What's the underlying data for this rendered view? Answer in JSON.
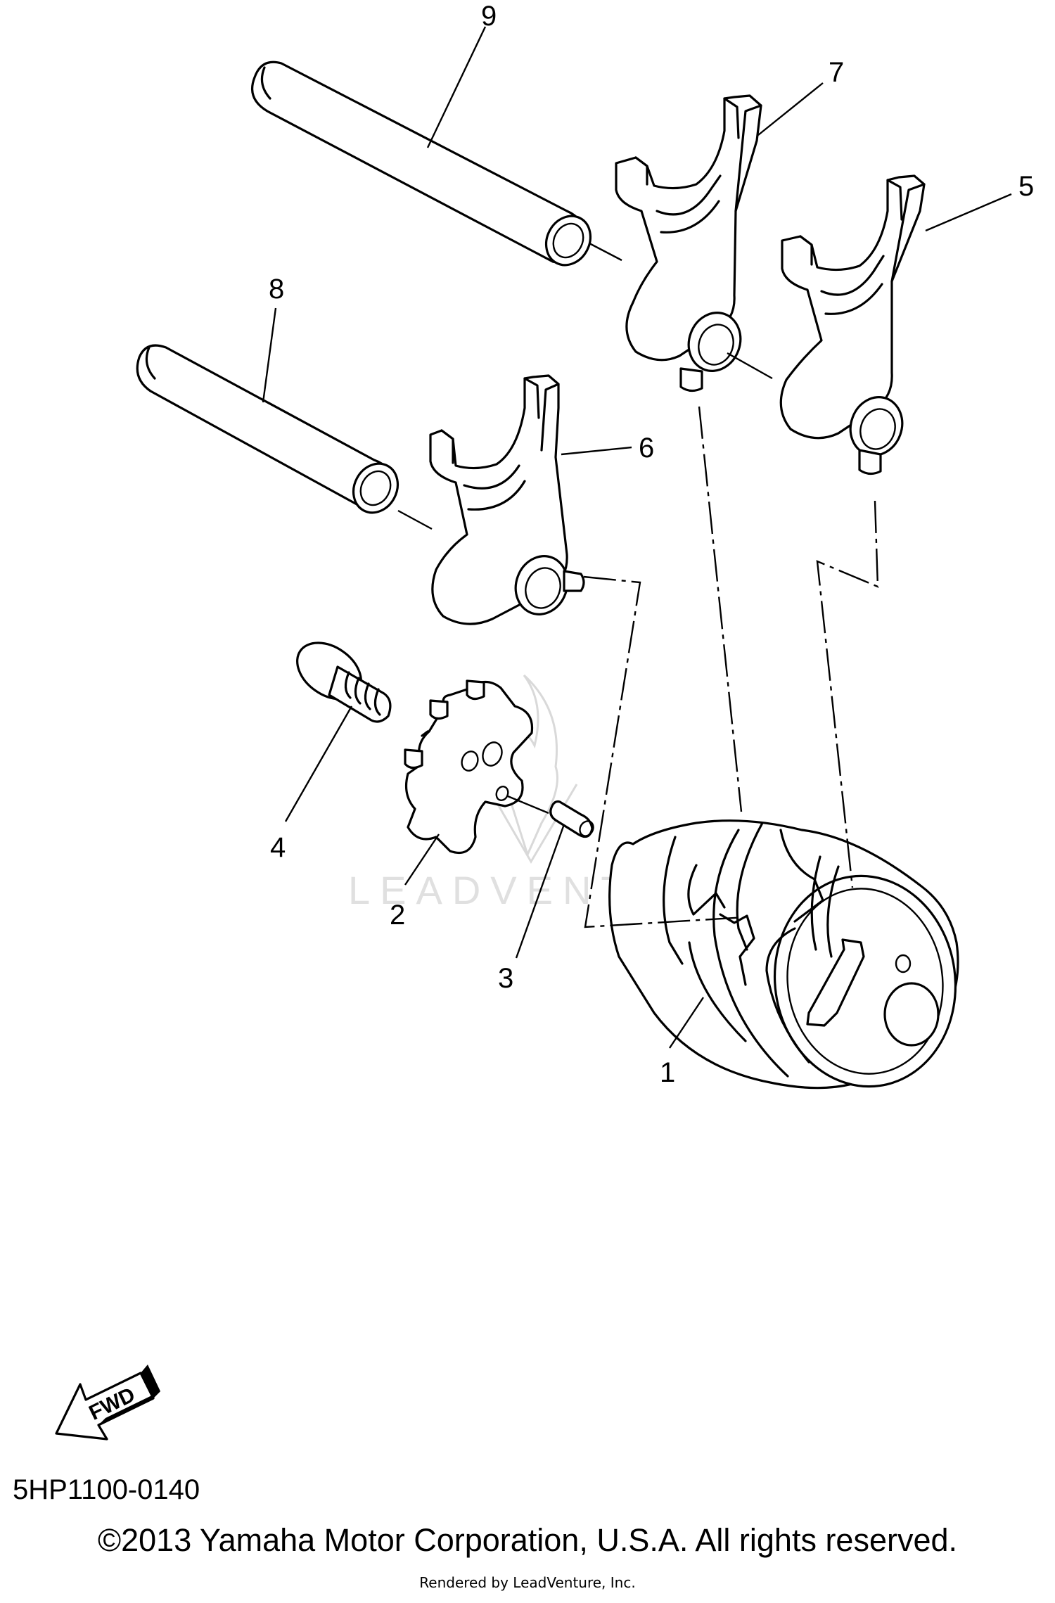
{
  "diagram": {
    "callouts": [
      {
        "id": "1",
        "label": "1"
      },
      {
        "id": "2",
        "label": "2"
      },
      {
        "id": "3",
        "label": "3"
      },
      {
        "id": "4",
        "label": "4"
      },
      {
        "id": "5",
        "label": "5"
      },
      {
        "id": "6",
        "label": "6"
      },
      {
        "id": "7",
        "label": "7"
      },
      {
        "id": "8",
        "label": "8"
      },
      {
        "id": "9",
        "label": "9"
      }
    ],
    "direction_badge": "FWD",
    "watermark": "LEADVENTURE"
  },
  "footer": {
    "diagram_code": "5HP1100-0140",
    "copyright": "©2013 Yamaha Motor Corporation, U.S.A. All rights reserved.",
    "rendered_by": "Rendered by LeadVenture, Inc."
  }
}
